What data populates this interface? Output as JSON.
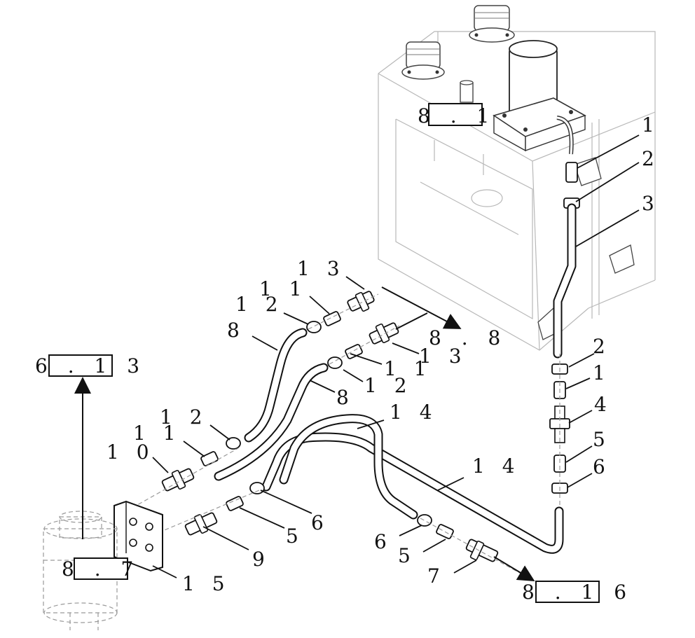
{
  "diagram": {
    "references": {
      "tank": "8 . 1",
      "to_8_8": "8 . 8",
      "to_6_13": "6 . 1 3",
      "pump": "8 . 7",
      "to_8_16": "8 . 1 6"
    },
    "part_labels": [
      "1",
      "2",
      "3",
      "2",
      "1",
      "4",
      "5",
      "6",
      "1 3",
      "1 1",
      "1 2",
      "8",
      "1 3",
      "1 1",
      "1 2",
      "8",
      "1 2",
      "1 1",
      "1 0",
      "1 4",
      "1 4",
      "6",
      "5",
      "9",
      "6",
      "5",
      "7",
      "1 5"
    ]
  }
}
